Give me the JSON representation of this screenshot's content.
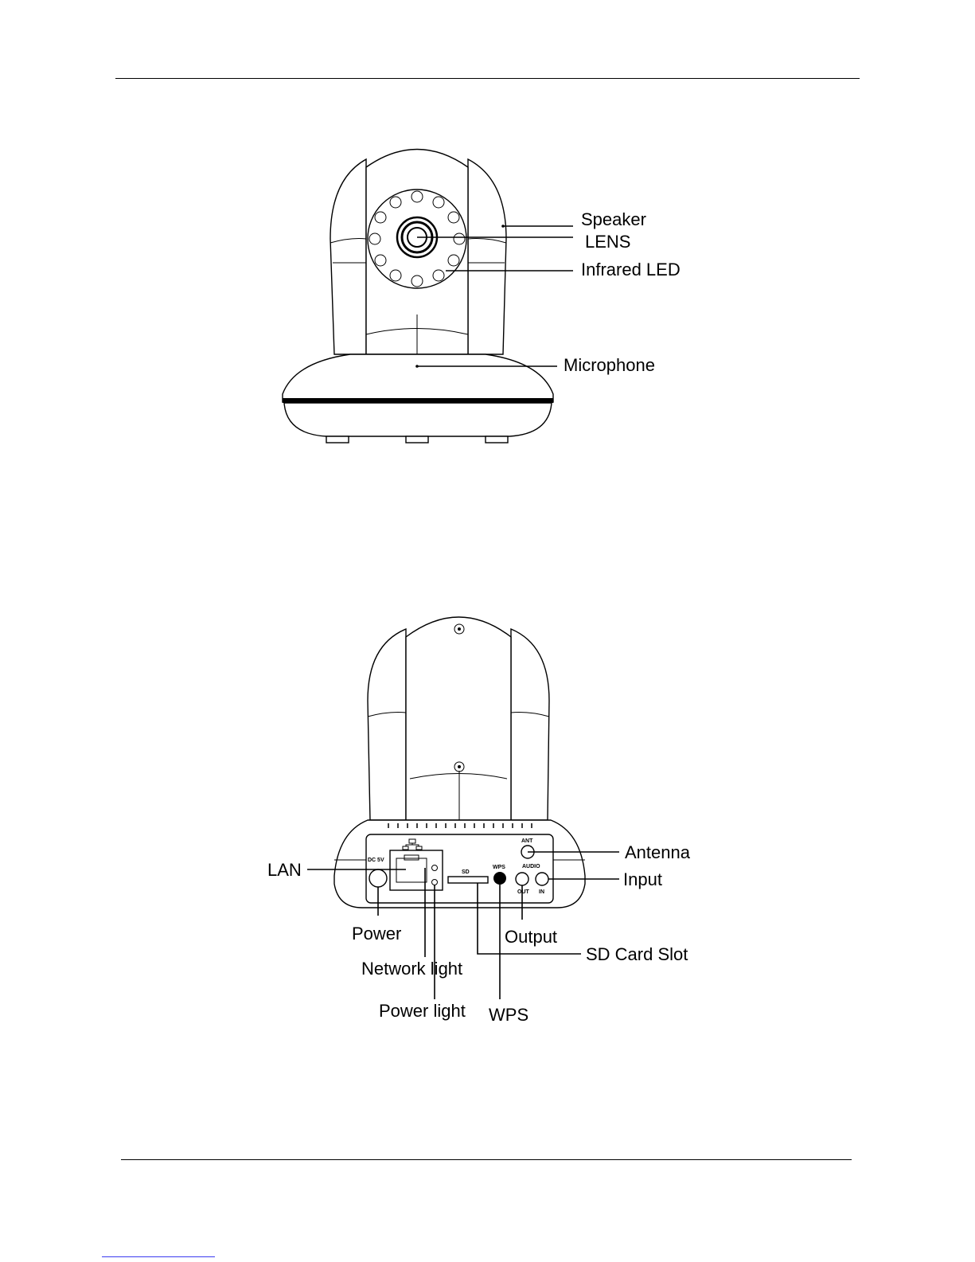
{
  "front_view": {
    "labels": {
      "speaker": "Speaker",
      "lens": "LENS",
      "infrared_led": "Infrared LED",
      "microphone": "Microphone"
    }
  },
  "back_view": {
    "labels": {
      "lan": "LAN",
      "antenna": "Antenna",
      "input": "Input",
      "power": "Power",
      "output": "Output",
      "sd_card_slot": "SD Card Slot",
      "network_light": "Network light",
      "power_light": "Power light",
      "wps": "WPS"
    },
    "panel_marks": {
      "ant": "ANT",
      "audio": "AUDIO",
      "wps": "WPS",
      "sd": "SD",
      "dc": "DC 5V",
      "out": "OUT",
      "in": "IN"
    }
  }
}
